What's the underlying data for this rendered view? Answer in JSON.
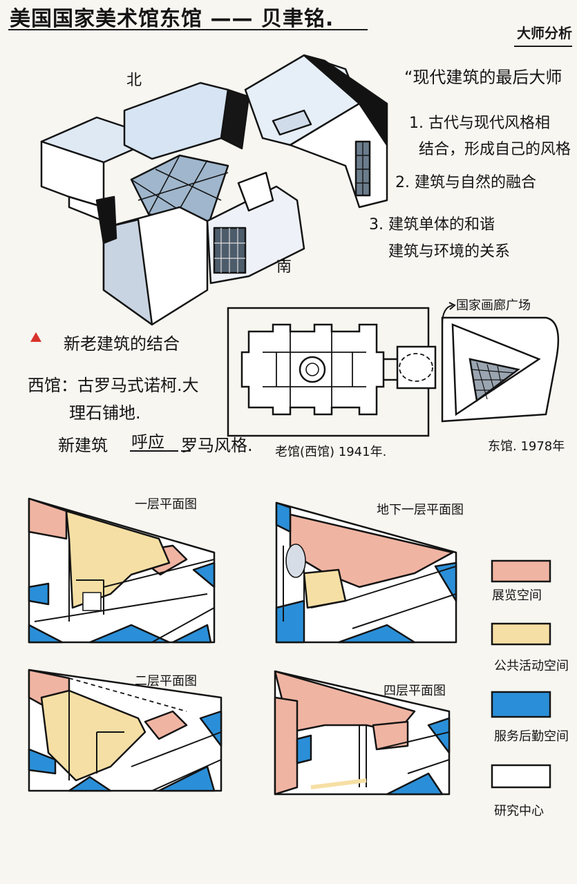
{
  "title": "美国国家美术馆东馆 —— 贝聿铭.",
  "badge": "大师分析",
  "compass": {
    "north": "北",
    "south": "南"
  },
  "analysis": {
    "heading": "“现代建筑的最后大师",
    "points": [
      "1. 古代与现代风格相",
      "结合，形成自己的风格",
      "2. 建筑与自然的融合",
      "3. 建筑单体的和谐",
      "建筑与环境的关系"
    ]
  },
  "notes": {
    "combo": "新老建筑的结合",
    "west_label": "西馆：古罗马式诺柯.大",
    "west_label_2": "理石铺地.",
    "new_prefix": "新建筑",
    "new_underlined": "呼应",
    "new_suffix": "罗马风格."
  },
  "plan": {
    "plaza_label": "国家画廊广场",
    "old_caption": "老馆(西馆) 1941年.",
    "new_caption": "东馆. 1978年"
  },
  "floor_plans": [
    {
      "label": "一层平面图"
    },
    {
      "label": "地下一层平面图"
    },
    {
      "label": "二层平面图"
    },
    {
      "label": "四层平面图"
    }
  ],
  "legend": [
    {
      "label": "展览空间",
      "color": "#f0b4a2"
    },
    {
      "label": "公共活动空间",
      "color": "#f6dfa4"
    },
    {
      "label": "服务后勤空间",
      "color": "#2a8fd8"
    },
    {
      "label": "研究中心",
      "color": "#ffffff"
    }
  ]
}
